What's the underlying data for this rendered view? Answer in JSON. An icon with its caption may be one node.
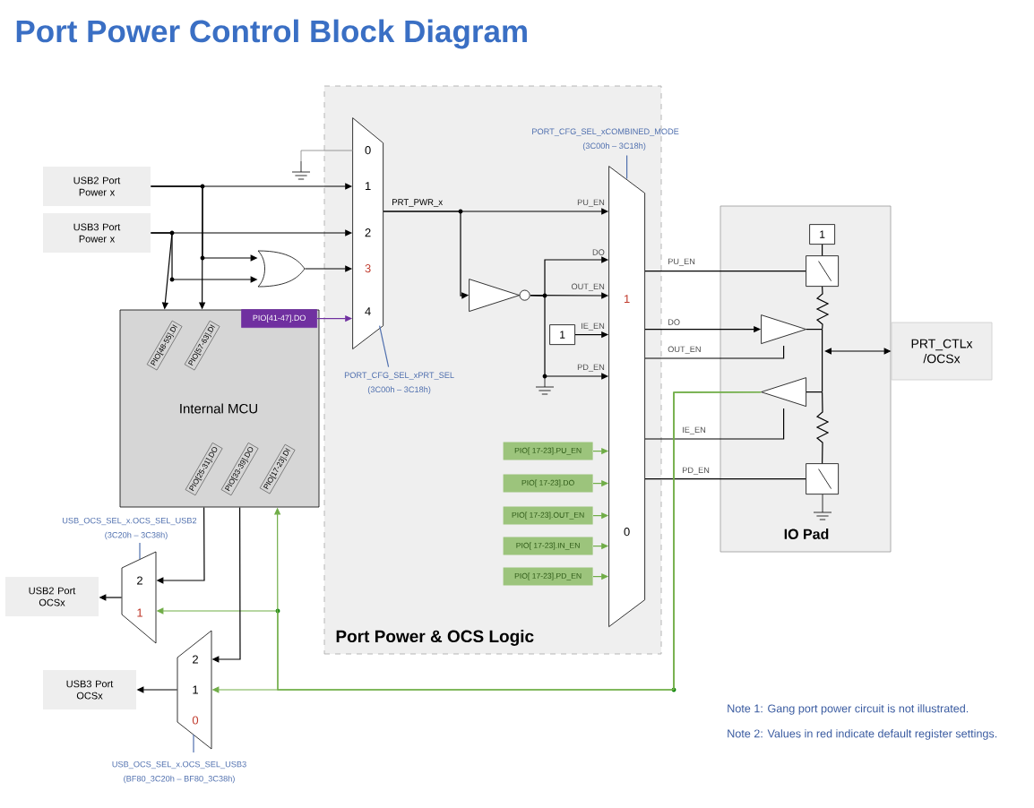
{
  "diagram": {
    "title": "Port Power Control Block Diagram",
    "nodes": [
      {
        "text": [
          "USB2 Port Power x"
        ]
      },
      {
        "text": [
          "USB3 Port Power x"
        ]
      },
      {
        "text": [
          "Port Power & OCS Logic"
        ]
      },
      {
        "text": [
          "0",
          "1",
          "2",
          "3",
          "4"
        ],
        "in": 2,
        "beside": [
          "PORT_CFG_SEL_xPRT_SEL",
          "(3C00h – 3C18h)"
        ]
      },
      {
        "text": [],
        "shape": "gate"
      },
      {
        "text": [
          "Internal MCU"
        ]
      },
      {
        "text": [
          "PIO[48-55].DI"
        ],
        "in": 5
      },
      {
        "text": [
          "PIO[57-63].DI"
        ],
        "in": 5
      },
      {
        "text": [
          "PIO[41-47].DO"
        ],
        "in": 5
      },
      {
        "text": [
          "PIO[25-31].DO"
        ],
        "in": 5
      },
      {
        "text": [
          "PIO[33-39].DO"
        ],
        "in": 5
      },
      {
        "text": [
          "PIO[17-23].DI"
        ],
        "in": 5
      },
      {
        "text": [],
        "shape": "triangle",
        "in": 2
      },
      {
        "text": [
          "1"
        ],
        "in": 2
      },
      {
        "text": [
          "1",
          "0"
        ],
        "in": 2,
        "beside": [
          "PORT_CFG_SEL_xCOMBINED_MODE",
          "(3C00h – 3C18h)"
        ]
      },
      {
        "text": [
          "PIO[ 17-23].PU_EN"
        ],
        "in": 2
      },
      {
        "text": [
          "PIO[ 17-23].DO"
        ],
        "in": 2
      },
      {
        "text": [
          "PIO[ 17-23].OUT_EN"
        ],
        "in": 2
      },
      {
        "text": [
          "PIO[ 17-23].IN_EN"
        ],
        "in": 2
      },
      {
        "text": [
          "PIO[ 17-23].PD_EN"
        ],
        "in": 2
      },
      {
        "text": [
          "IO Pad"
        ]
      },
      {
        "text": [
          "1"
        ],
        "in": 20
      },
      {
        "text": [],
        "shape": "switch",
        "in": 20
      },
      {
        "text": [],
        "shape": "triangle",
        "in": 20
      },
      {
        "text": [],
        "shape": "triangle",
        "in": 20
      },
      {
        "text": [],
        "shape": "switch",
        "in": 20
      },
      {
        "text": [
          "PRT_CTLx /OCSx"
        ]
      },
      {
        "text": [
          "2",
          "1"
        ],
        "beside": [
          "USB_OCS_SEL_x.OCS_SEL_USB2",
          "(3C20h – 3C38h)"
        ]
      },
      {
        "text": [
          "USB2 Port OCSx"
        ]
      },
      {
        "text": [
          "2",
          "1",
          "0"
        ],
        "beside": [
          "USB_OCS_SEL_x.OCS_SEL_USB3",
          "(BF80_3C20h – BF80_3C38h)"
        ]
      },
      {
        "text": [
          "USB3 Port OCSx"
        ]
      },
      {
        "text": [],
        "shape": "bar",
        "in": 20
      }
    ],
    "edges": [
      {
        "from": 0,
        "to": 3,
        "arrow": "to"
      },
      {
        "from": 1,
        "to": 3,
        "arrow": "to"
      },
      {
        "from": 4,
        "to": 3,
        "arrow": "to"
      },
      {
        "from": 8,
        "to": 3,
        "arrow": "to",
        "color": "#7030a0"
      },
      {
        "from": 0,
        "to": 4,
        "arrow": "to"
      },
      {
        "from": 1,
        "to": 4,
        "arrow": "to"
      },
      {
        "from": 1,
        "to": 6,
        "arrow": "to"
      },
      {
        "from": 0,
        "to": 7,
        "arrow": "to"
      },
      {
        "from": 3,
        "to": 14,
        "arrow": "to",
        "label": "PU_EN"
      },
      {
        "from": 3,
        "to": 12,
        "arrow": "to"
      },
      {
        "from": 12,
        "to": 14,
        "arrow": "to",
        "label": "OUT_EN"
      },
      {
        "from": 12,
        "to": 14,
        "arrow": "to",
        "label": "DO"
      },
      {
        "from": 12,
        "to": 14,
        "arrow": "to",
        "label": "PD_EN"
      },
      {
        "from": 13,
        "to": 14,
        "arrow": "to",
        "label": "IE_EN"
      },
      {
        "from": 15,
        "to": 14,
        "arrow": "to",
        "color": "#70ad47"
      },
      {
        "from": 16,
        "to": 14,
        "arrow": "to",
        "color": "#70ad47"
      },
      {
        "from": 17,
        "to": 14,
        "arrow": "to",
        "color": "#70ad47"
      },
      {
        "from": 18,
        "to": 14,
        "arrow": "to",
        "color": "#70ad47"
      },
      {
        "from": 19,
        "to": 14,
        "arrow": "to",
        "color": "#70ad47"
      },
      {
        "from": 14,
        "to": 22,
        "arrow": "none",
        "label": "PU_EN"
      },
      {
        "from": 14,
        "to": 23,
        "arrow": "to",
        "label": "DO"
      },
      {
        "from": 14,
        "to": 23,
        "arrow": "none",
        "label": "OUT_EN"
      },
      {
        "from": 14,
        "to": 24,
        "arrow": "none",
        "label": "IE_EN"
      },
      {
        "from": 14,
        "to": 25,
        "arrow": "none",
        "label": "PD_EN"
      },
      {
        "from": 21,
        "to": 22,
        "arrow": "none"
      },
      {
        "from": 31,
        "to": 26,
        "arrow": "both"
      },
      {
        "from": 24,
        "to": 11,
        "arrow": "to",
        "color": "#70ad47"
      },
      {
        "from": 24,
        "to": 27,
        "arrow": "to",
        "color": "#70ad47"
      },
      {
        "from": 24,
        "to": 29,
        "arrow": "to",
        "color": "#70ad47"
      },
      {
        "from": 9,
        "to": 27,
        "arrow": "to"
      },
      {
        "from": 10,
        "to": 29,
        "arrow": "to"
      },
      {
        "from": 27,
        "to": 28,
        "arrow": "to"
      },
      {
        "from": 29,
        "to": 30,
        "arrow": "to"
      },
      {
        "from": 22,
        "to": 31,
        "arrow": "none"
      },
      {
        "from": 31,
        "to": 25,
        "arrow": "none"
      },
      {
        "from": 23,
        "to": 31,
        "arrow": "none"
      },
      {
        "from": 31,
        "to": 24,
        "arrow": "none"
      }
    ],
    "labels": [
      "PRT_PWR_x",
      "Note 1: Gang port power circuit is not illustrated.",
      "Note 2: Values in red indicate default register settings."
    ]
  }
}
